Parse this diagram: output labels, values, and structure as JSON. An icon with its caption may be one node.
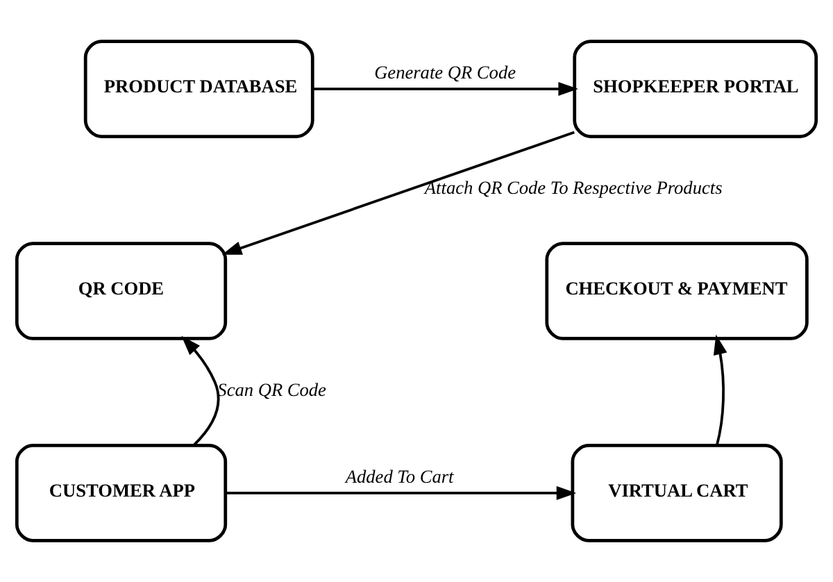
{
  "diagram": {
    "nodes": [
      {
        "text": [
          "SHOPKEEPER PORTAL"
        ]
      },
      {
        "text": [
          "PRODUCT DATABASE"
        ]
      },
      {
        "text": [
          "QR CODE"
        ]
      },
      {
        "text": [
          "CHECKOUT & PAYMENT"
        ]
      },
      {
        "text": [
          "CUSTOMER APP"
        ]
      },
      {
        "text": [
          "VIRTUAL CART"
        ]
      }
    ],
    "edges": [
      {
        "from": 1,
        "to": 0,
        "arrow": "to",
        "label": "Generate QR Code"
      },
      {
        "from": 0,
        "to": 2,
        "arrow": "to",
        "label": "Attach QR Code To Respective Products"
      },
      {
        "from": 4,
        "to": 2,
        "arrow": "to",
        "label": "Scan QR Code"
      },
      {
        "from": 4,
        "to": 5,
        "arrow": "to",
        "label": "Added To Cart"
      },
      {
        "from": 5,
        "to": 3,
        "arrow": "to"
      }
    ]
  }
}
